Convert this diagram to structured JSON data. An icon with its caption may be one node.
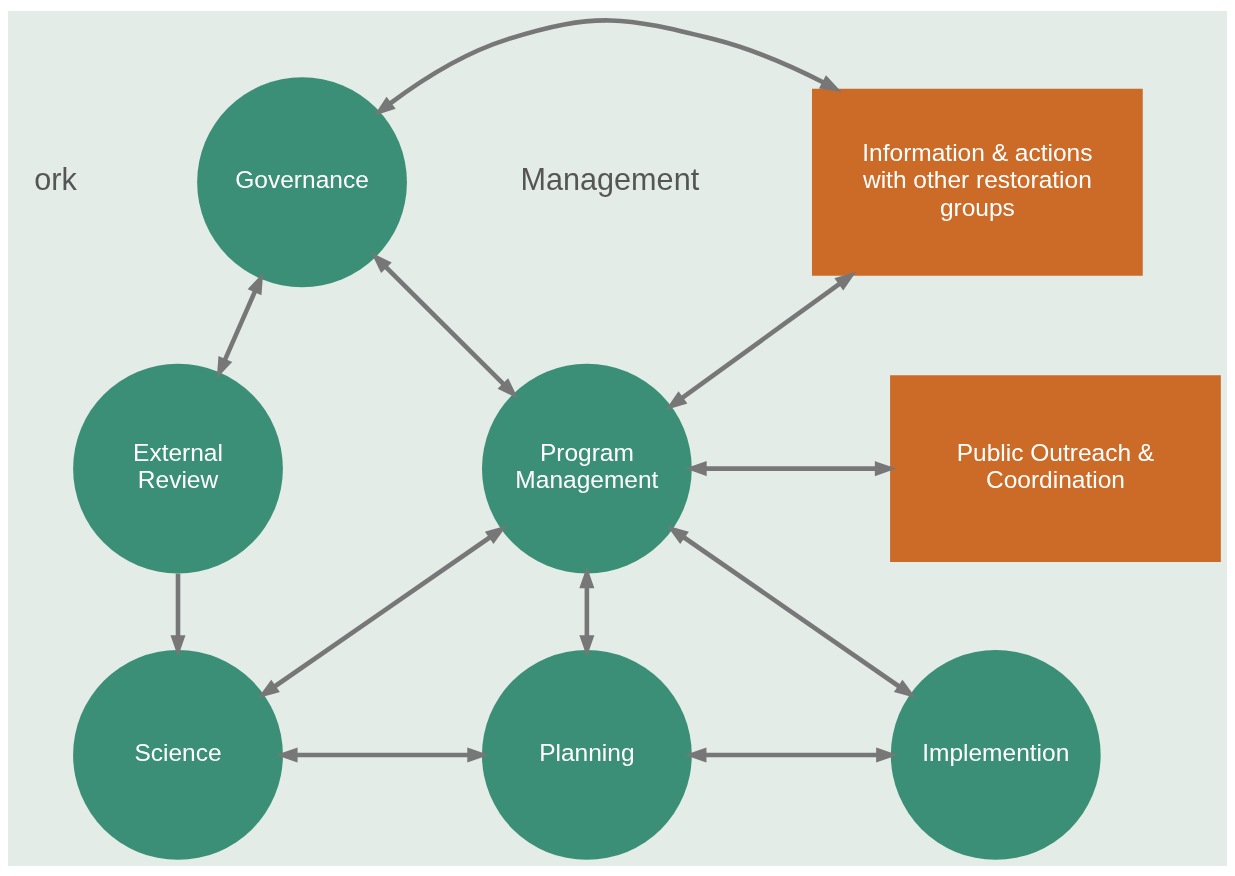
{
  "diagram": {
    "nodes": [
      {
        "text": [
          "Governance"
        ]
      },
      {
        "text": [
          "Information & actions with other restoration groups"
        ]
      },
      {
        "text": [
          "External Review"
        ]
      },
      {
        "text": [
          "Program Management"
        ]
      },
      {
        "text": [
          "Public Outreach & Coordination"
        ]
      },
      {
        "text": [
          "Science"
        ]
      },
      {
        "text": [
          "Planning"
        ]
      },
      {
        "text": [
          "Implemention"
        ]
      }
    ],
    "edges": [
      {
        "from": 0,
        "to": 1,
        "arrow": "both"
      },
      {
        "from": 2,
        "to": 0,
        "arrow": "both"
      },
      {
        "from": 0,
        "to": 3,
        "arrow": "both"
      },
      {
        "from": 3,
        "to": 1,
        "arrow": "both"
      },
      {
        "from": 3,
        "to": 4,
        "arrow": "both"
      },
      {
        "from": 2,
        "to": 5,
        "arrow": "to"
      },
      {
        "from": 5,
        "to": 3,
        "arrow": "both"
      },
      {
        "from": 3,
        "to": 6,
        "arrow": "both"
      },
      {
        "from": 3,
        "to": 7,
        "arrow": "both"
      },
      {
        "from": 5,
        "to": 6,
        "arrow": "both"
      },
      {
        "from": 6,
        "to": 7,
        "arrow": "both"
      }
    ],
    "labels": [
      "Management",
      "ork"
    ]
  }
}
